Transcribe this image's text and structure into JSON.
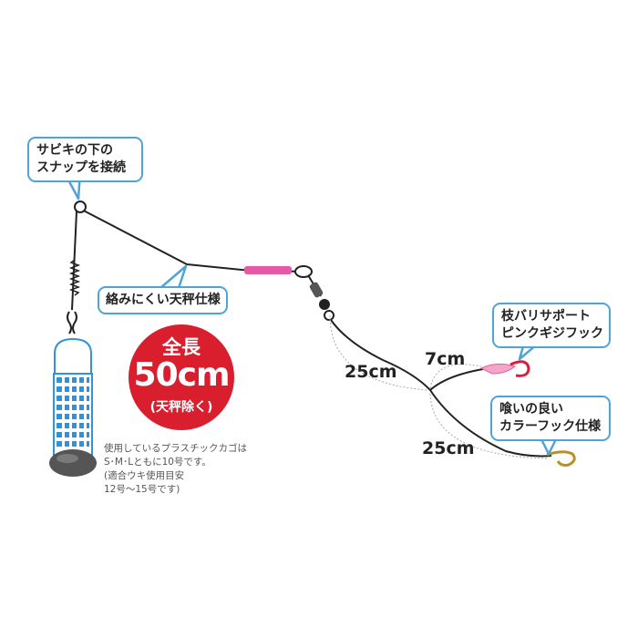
{
  "callouts": {
    "snap": [
      "サビキの下の",
      "スナップを接続"
    ],
    "tenbin": "絡みにくい天秤仕様",
    "upper_hook": [
      "枝バリサポート",
      "ピンクギジフック"
    ],
    "lower_hook": [
      "喰いの良い",
      "カラーフック仕様"
    ]
  },
  "badge": {
    "line1": "全長",
    "line2": "50cm",
    "line3": "(天秤除く)"
  },
  "lengths": {
    "upper_branch": "25cm",
    "short_branch": "7cm",
    "lower_branch": "25cm"
  },
  "note": [
    "使用しているプラスチックカゴは",
    "S･M･Lともに10号です。",
    "(適合ウキ使用目安",
    "12号〜15号です)"
  ],
  "colors": {
    "callout_border": "#4fa3d8",
    "badge_red": "#d91e2e",
    "basket_blue": "#2f93dc",
    "pink_tube": "#e65aa5",
    "hook_red": "#d81e3c",
    "hook_gold": "#b8902a"
  }
}
